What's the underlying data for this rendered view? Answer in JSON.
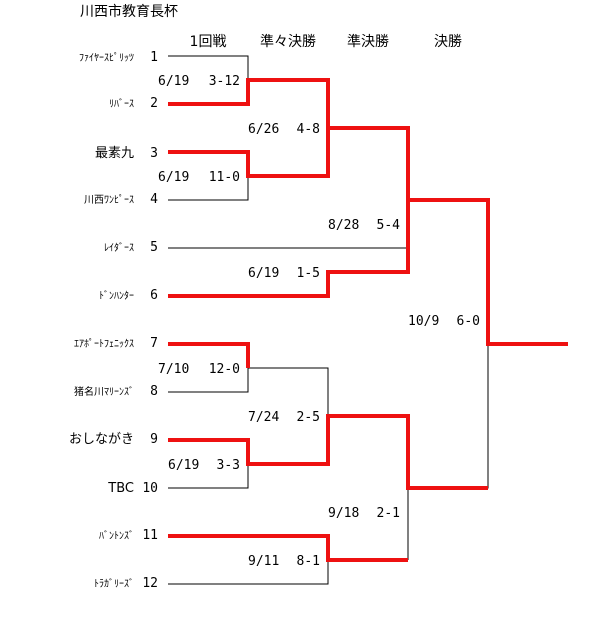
{
  "title": "川西市教育長杯",
  "round_headers": [
    "1回戦",
    "準々決勝",
    "準決勝",
    "決勝"
  ],
  "teams": [
    {
      "name": "ﾌｧｲﾔｰｽﾋﾟﾘｯﾂ",
      "seed": "1"
    },
    {
      "name": "ﾘﾊﾞｰｽ",
      "seed": "2"
    },
    {
      "name": "最素九",
      "seed": "3"
    },
    {
      "name": "川西ﾜﾝﾋﾟｰｽ",
      "seed": "4"
    },
    {
      "name": "ﾚｲﾀﾞｰｽ",
      "seed": "5"
    },
    {
      "name": "ﾄﾞﾝﾊﾝﾀｰ",
      "seed": "6"
    },
    {
      "name": "ｴｱﾎﾟｰﾄﾌｪﾆｯｸｽ",
      "seed": "7"
    },
    {
      "name": "猪名川ﾏﾘｰﾝｽﾞ",
      "seed": "8"
    },
    {
      "name": "おしながき",
      "seed": "9"
    },
    {
      "name": "TBC",
      "seed": "10"
    },
    {
      "name": "ﾊﾞﾝﾄﾝｽﾞ",
      "seed": "11"
    },
    {
      "name": "ﾄﾗｶﾞﾘｰｽﾞ",
      "seed": "12"
    }
  ],
  "matches": {
    "r1": [
      {
        "date": "6/19",
        "score": "3-12"
      },
      {
        "date": "6/19",
        "score": "11-0"
      },
      {
        "date": "7/10",
        "score": "12-0"
      },
      {
        "date": "6/19",
        "score": "3-3"
      }
    ],
    "qf": [
      {
        "date": "6/26",
        "score": "4-8"
      },
      {
        "date": "6/19",
        "score": "1-5"
      },
      {
        "date": "7/24",
        "score": "2-5"
      },
      {
        "date": "9/11",
        "score": "8-1"
      }
    ],
    "sf": [
      {
        "date": "8/28",
        "score": "5-4"
      },
      {
        "date": "9/18",
        "score": "2-1"
      }
    ],
    "final": {
      "date": "10/9",
      "score": "6-0"
    }
  },
  "colors": {
    "winner_line": "#ee1111",
    "bracket_line": "#000000"
  }
}
